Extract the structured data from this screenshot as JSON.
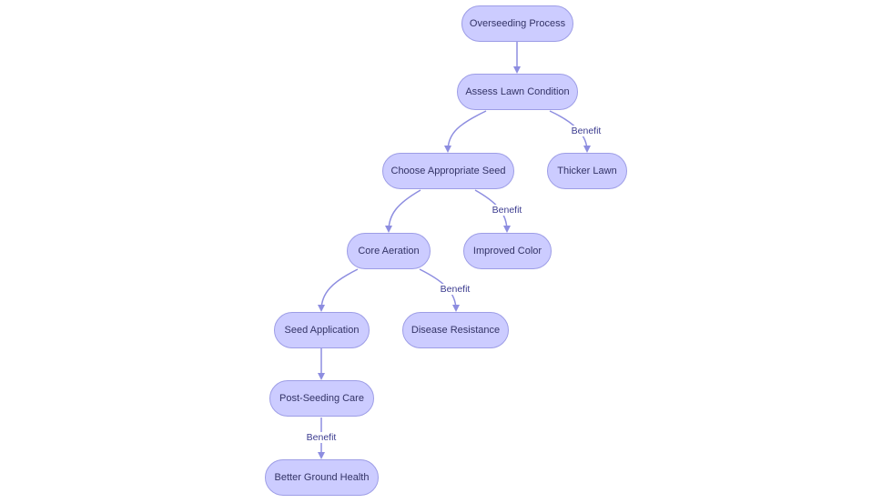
{
  "diagram": {
    "nodes": {
      "overseeding": "Overseeding Process",
      "assess": "Assess Lawn Condition",
      "thicker": "Thicker Lawn",
      "choose": "Choose Appropriate Seed",
      "color": "Improved Color",
      "aeration": "Core Aeration",
      "disease": "Disease Resistance",
      "seed_app": "Seed Application",
      "post_care": "Post-Seeding Care",
      "ground": "Better Ground Health"
    },
    "edge_labels": {
      "assess_thicker": "Benefit",
      "choose_color": "Benefit",
      "aeration_disease": "Benefit",
      "care_ground": "Benefit"
    },
    "colors": {
      "node_fill": "#ccccff",
      "node_border": "#9d9de6",
      "edge": "#8d8de0",
      "text": "#333366"
    }
  }
}
